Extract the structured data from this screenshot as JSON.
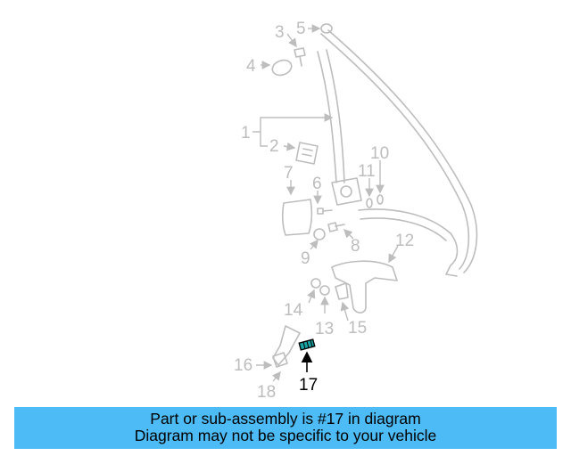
{
  "callouts": [
    "1",
    "2",
    "3",
    "4",
    "5",
    "6",
    "7",
    "8",
    "9",
    "10",
    "11",
    "12",
    "13",
    "14",
    "15",
    "16",
    "17",
    "18"
  ],
  "highlighted_callout": "17",
  "colors": {
    "part_line": "#bdbdbd",
    "highlight": "#000000",
    "highlight_fill": "#1aa3a3",
    "banner": "#4dbbf6"
  },
  "banner": {
    "line1": "Part or sub-assembly is #17 in diagram",
    "line2": "Diagram may not be specific to your vehicle"
  }
}
